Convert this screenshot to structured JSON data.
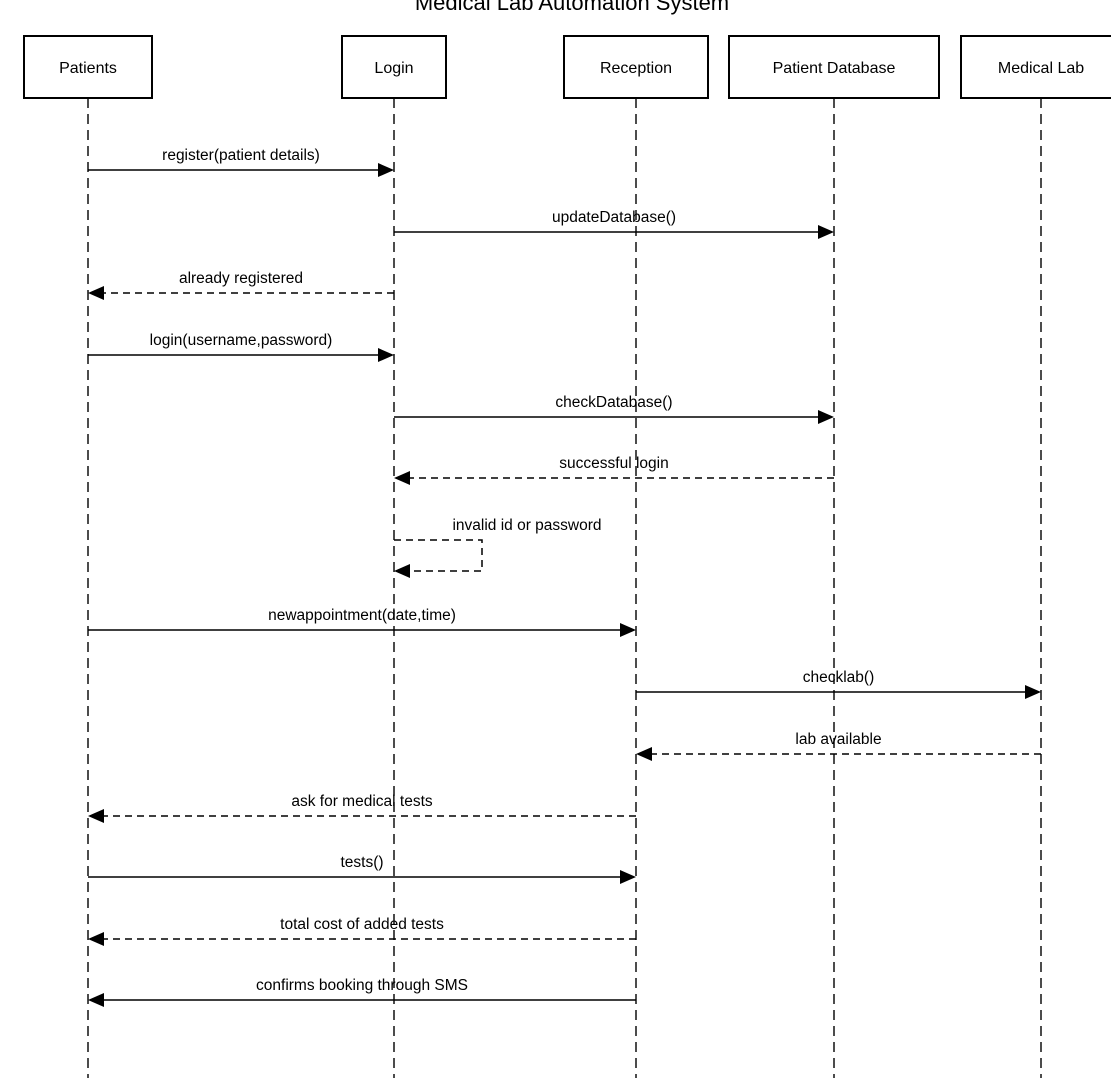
{
  "title": "Medical Lab Automation System",
  "participants": [
    {
      "id": "patients",
      "label": "Patients"
    },
    {
      "id": "login",
      "label": "Login"
    },
    {
      "id": "reception",
      "label": "Reception"
    },
    {
      "id": "patient_db",
      "label": "Patient Database"
    },
    {
      "id": "medical_lab",
      "label": "Medical Lab"
    }
  ],
  "messages": [
    {
      "label": "register(patient details)",
      "from": "patients",
      "to": "login",
      "style": "solid"
    },
    {
      "label": "updateDatabase()",
      "from": "login",
      "to": "patient_db",
      "style": "solid"
    },
    {
      "label": "already registered",
      "from": "login",
      "to": "patients",
      "style": "dashed"
    },
    {
      "label": "login(username,password)",
      "from": "patients",
      "to": "login",
      "style": "solid"
    },
    {
      "label": "checkDatabase()",
      "from": "login",
      "to": "patient_db",
      "style": "solid"
    },
    {
      "label": "successful login",
      "from": "patient_db",
      "to": "login",
      "style": "dashed"
    },
    {
      "label": "invalid id or password",
      "from": "login",
      "to": "login",
      "style": "dashed",
      "self": true
    },
    {
      "label": "newappointment(date,time)",
      "from": "patients",
      "to": "reception",
      "style": "solid"
    },
    {
      "label": "checklab()",
      "from": "reception",
      "to": "medical_lab",
      "style": "solid"
    },
    {
      "label": "lab available",
      "from": "medical_lab",
      "to": "reception",
      "style": "dashed"
    },
    {
      "label": "ask for medical tests",
      "from": "reception",
      "to": "patients",
      "style": "dashed"
    },
    {
      "label": "tests()",
      "from": "patients",
      "to": "reception",
      "style": "solid"
    },
    {
      "label": "total cost of added tests",
      "from": "reception",
      "to": "patients",
      "style": "dashed"
    },
    {
      "label": "confirms booking through SMS",
      "from": "reception",
      "to": "patients",
      "style": "solid"
    }
  ]
}
